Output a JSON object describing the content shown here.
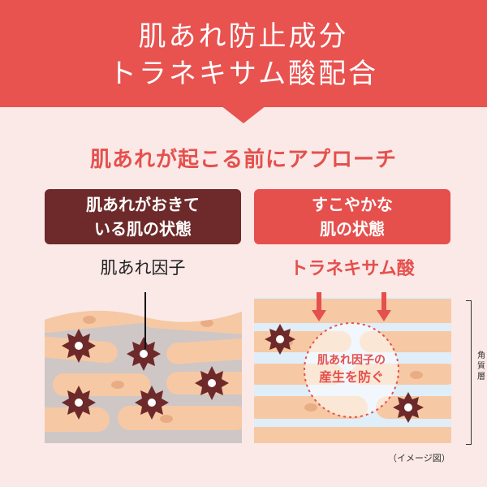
{
  "banner": {
    "line1": "肌あれ防止成分",
    "line2": "トラネキサム酸配合"
  },
  "subtitle": "肌あれが起こる前にアプローチ",
  "left": {
    "title_line1": "肌あれがおきて",
    "title_line2": "いる肌の状態",
    "label": "肌あれ因子"
  },
  "right": {
    "title_line1": "すこやかな",
    "title_line2": "肌の状態",
    "label": "トラネキサム酸",
    "circle_line1": "肌あれ因子の",
    "circle_line2": "産生を防ぐ"
  },
  "side_label": [
    "角",
    "質",
    "層"
  ],
  "note": "（イメージ図）",
  "colors": {
    "banner": "#e8524f",
    "dark_box": "#6e2a2a",
    "accent": "#e5504d",
    "background": "#fbe9e7",
    "skin_cell": "#f6c9a4",
    "nucleus": "#e8ad84",
    "damaged_bg": "#cfc6c6",
    "healthy_bg": "#dfeef8",
    "factor": "#6e2a2a"
  }
}
